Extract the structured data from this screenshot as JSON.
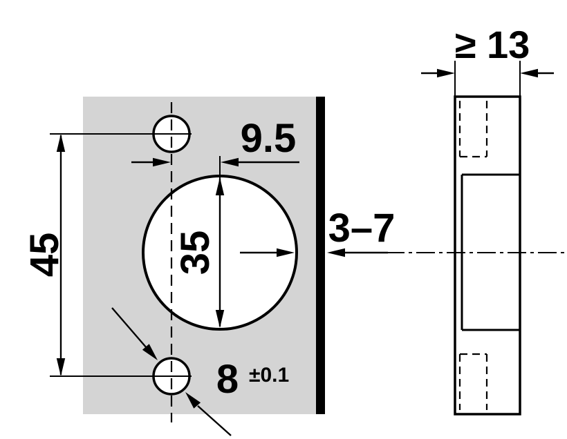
{
  "colors": {
    "panel_fill": "#d4d4d4",
    "line": "#000000",
    "background": "#ffffff"
  },
  "front_view": {
    "dim_hole_spacing": "45",
    "dim_cup_center_offset": "9.5",
    "dim_cup_diameter": "35",
    "dim_edge_distance": "3–7",
    "dim_screw_hole": "8",
    "dim_screw_hole_tol": "±0.1"
  },
  "side_view": {
    "dim_min_door_thickness": "≥ 13"
  }
}
